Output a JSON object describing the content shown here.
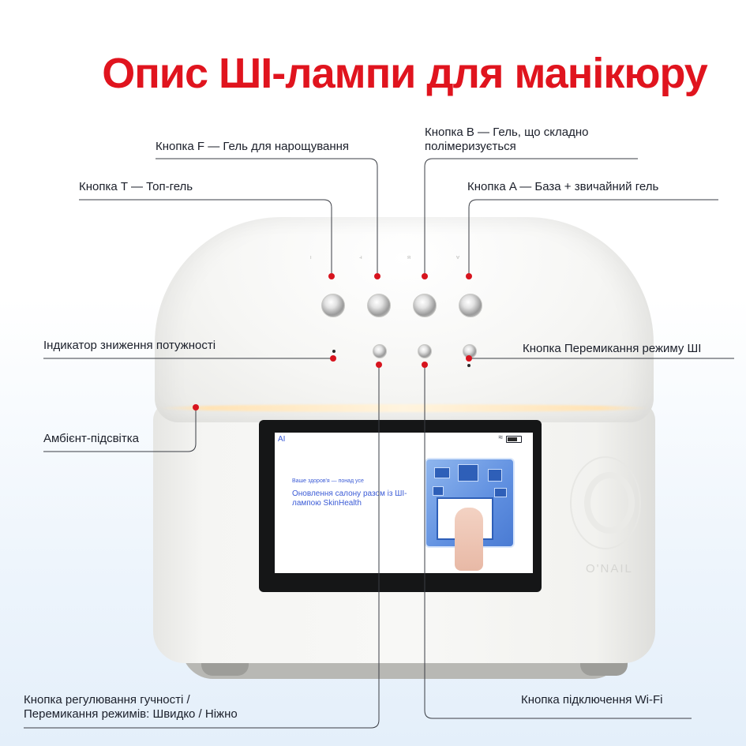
{
  "title": "Опис ШІ-лампи для манікюру",
  "labels": {
    "button_f": "Кнопка F — Гель для нарощування",
    "button_b_line1": "Кнопка B — Гель, що складно",
    "button_b_line2": "полімеризується",
    "button_t": "Кнопка T — Топ-гель",
    "button_a": "Кнопка A — База + звичайний гель",
    "power_indicator": "Індикатор зниження потужності",
    "ai_mode_button": "Кнопка Перемикання режиму ШІ",
    "ambient_light": "Амбієнт-підсвітка",
    "volume_line1": "Кнопка регулювання гучності /",
    "volume_line2": "Перемикання режимів: Швидко / Ніжно",
    "wifi_button": "Кнопка підключення Wi-Fi"
  },
  "screen": {
    "logo": "AI",
    "tagline": "Ваше здоров'я — понад усе",
    "headline": "Оновлення салону разом із ШІ-лампою SkinHealth"
  },
  "device_logo": "O'NAIL",
  "colors": {
    "accent": "#e0141e",
    "marker": "#d7141e",
    "screen_text": "#3b5bd6"
  }
}
